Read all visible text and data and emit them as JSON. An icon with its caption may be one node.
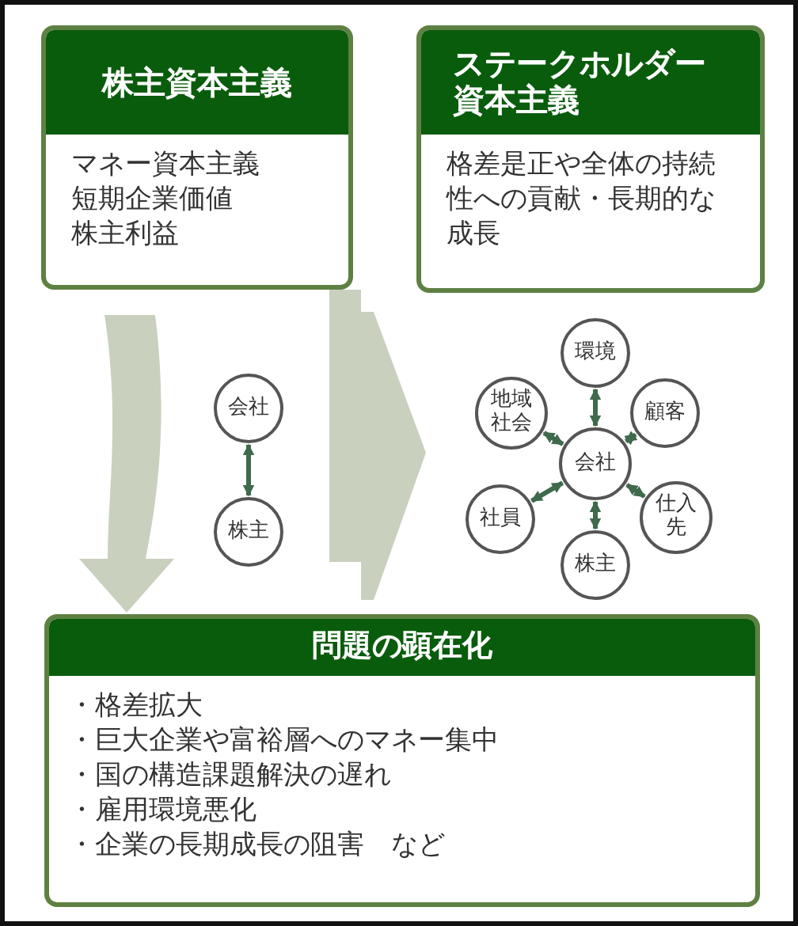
{
  "diagram": {
    "nodes": [
      {
        "text": [
          "株主資本主義",
          "マネー資本主義",
          "短期企業価値",
          "株主利益"
        ]
      },
      {
        "text": [
          "ステークホルダー資本主義",
          "格差是正や全体の持続性への貢献・長期的な成長"
        ]
      },
      {
        "text": [
          "会社"
        ]
      },
      {
        "text": [
          "株主"
        ]
      },
      {
        "text": [
          "環境"
        ]
      },
      {
        "text": [
          "地域社会"
        ]
      },
      {
        "text": [
          "顧客"
        ]
      },
      {
        "text": [
          "会社"
        ]
      },
      {
        "text": [
          "社員"
        ]
      },
      {
        "text": [
          "仕入先"
        ]
      },
      {
        "text": [
          "株主"
        ]
      },
      {
        "text": [
          "問題の顕在化",
          "・格差拡大",
          "・巨大企業や富裕層へのマネー集中",
          "・国の構造課題解決の遅れ",
          "・雇用環境悪化",
          "・企業の長期成長の阻害　など"
        ]
      }
    ],
    "edges": [
      {
        "from": 0,
        "to": 11,
        "arrow": "to",
        "style": "thick",
        "color": "#c9d0be"
      },
      {
        "from": 0,
        "to": null,
        "arrow": "to",
        "style": "thick",
        "color": "#c9d0be"
      },
      {
        "from": 2,
        "to": 3,
        "arrow": "both"
      },
      {
        "from": 7,
        "to": 4,
        "arrow": "both"
      },
      {
        "from": 7,
        "to": 5,
        "arrow": "both"
      },
      {
        "from": 7,
        "to": 6,
        "arrow": "both"
      },
      {
        "from": 7,
        "to": 8,
        "arrow": "both"
      },
      {
        "from": 7,
        "to": 9,
        "arrow": "both"
      },
      {
        "from": 7,
        "to": 10,
        "arrow": "both"
      }
    ]
  }
}
